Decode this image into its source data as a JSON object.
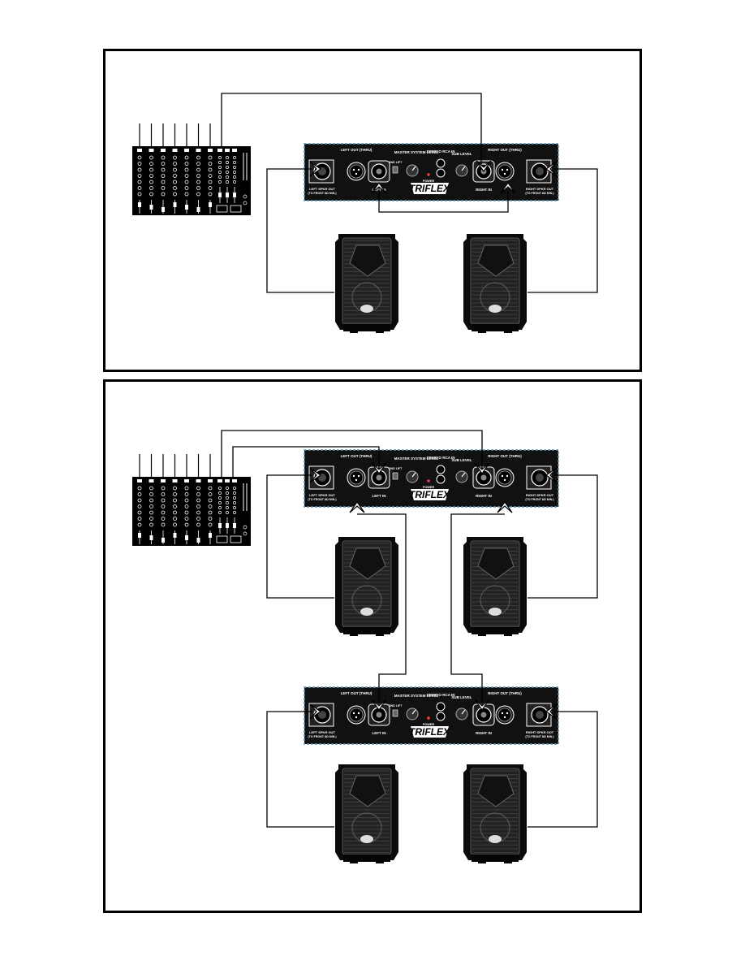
{
  "colors": {
    "ink": "#000000",
    "panel_bg": "#ffffff",
    "device_bg": "#111111",
    "device_outline": "#5a8fb0",
    "device_text": "#ffffff"
  },
  "triflex": {
    "brand": "TRIFLEX",
    "left_out_thru": "LEFT OUT (THRU)",
    "right_out_thru": "RIGHT OUT (THRU)",
    "master_system_level": "MASTER SYSTEM LEVEL",
    "stereo_rca_in": "STEREO RCA IN",
    "sub_level": "SUB LEVEL",
    "left_in": "LEFT IN",
    "right_in": "RIGHT IN",
    "left_spkr_out": "LEFT SPKR OUT",
    "right_spkr_out": "RIGHT SPKR OUT",
    "speaker_impedance": "(TO FRONT 8Ω MIN.)",
    "power": "POWER",
    "gnd_lift": "GND LIFT"
  },
  "diagram1": {
    "description_icon": "mixer-icon",
    "units": 1,
    "speakers": 2
  },
  "diagram2": {
    "description_icon": "mixer-icon",
    "units": 2,
    "speakers": 4
  }
}
